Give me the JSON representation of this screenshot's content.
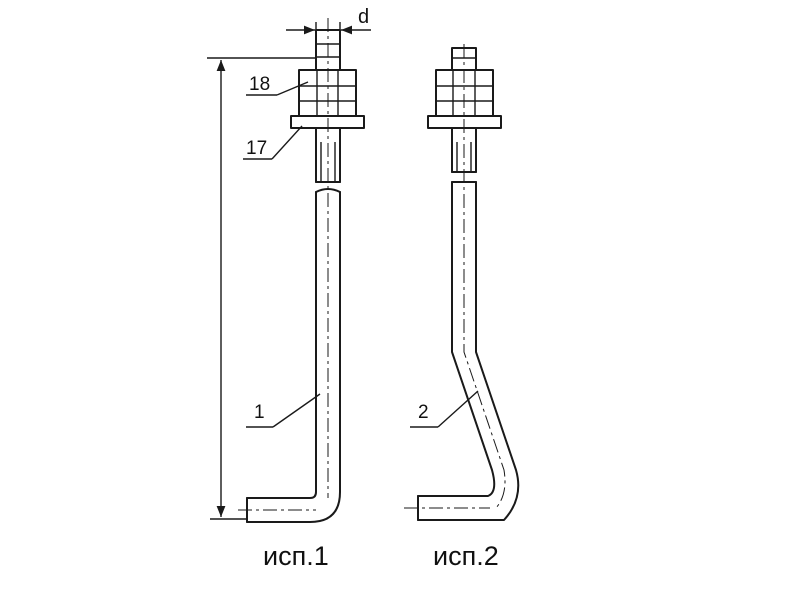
{
  "labels": {
    "dimension_d": "d",
    "part_18": "18",
    "part_17": "17",
    "part_1": "1",
    "part_2": "2",
    "caption_v1": "исп.1",
    "caption_v2": "исп.2"
  }
}
